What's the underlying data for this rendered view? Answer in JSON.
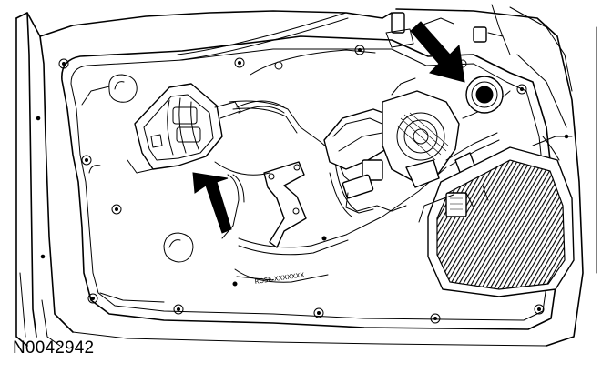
{
  "figure": {
    "id_label": "N0042942",
    "part_label": "ROSE-XXXXXXX"
  },
  "colors": {
    "ink": "#000000",
    "paper": "#ffffff"
  },
  "callouts": [
    {
      "name": "upper-right-arrow",
      "points_to": "grommet"
    },
    {
      "name": "left-arrow",
      "points_to": "wiring-connector"
    }
  ]
}
